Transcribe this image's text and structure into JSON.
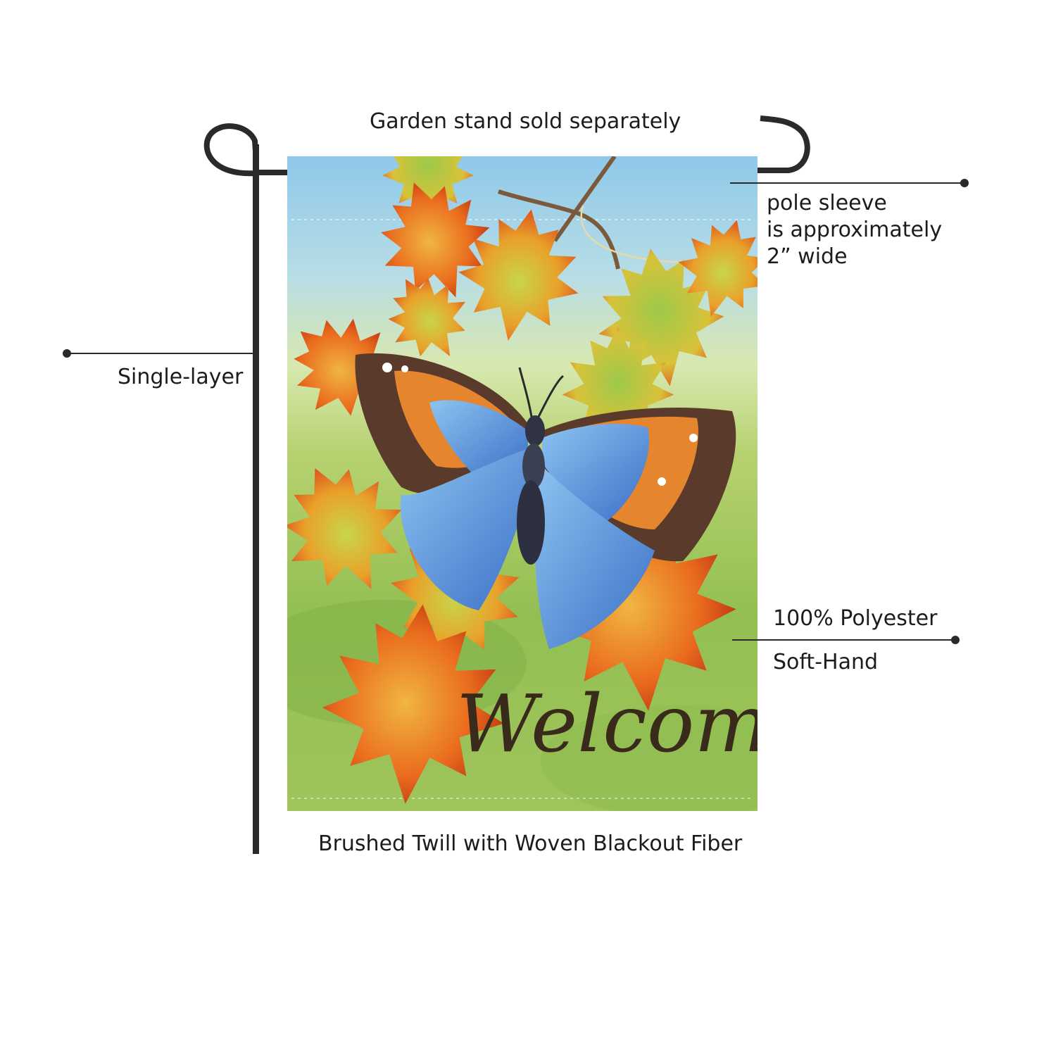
{
  "callouts": {
    "stand": "Garden stand sold separately",
    "sleeve": [
      "pole sleeve",
      "is approximately",
      "2” wide"
    ],
    "layer": "Single-layer",
    "material": "100% Polyester",
    "hand": "Soft-Hand",
    "fabric": "Brushed Twill with Woven Blackout Fiber"
  },
  "flag": {
    "greeting": "Welcome"
  },
  "colors": {
    "sky": "#9fd0ea",
    "grass": "#8dbb4e",
    "leaf_orange": "#e86a1c",
    "leaf_green": "#a8c948",
    "butterfly_blue": "#4f86d6",
    "butterfly_band": "#e5852e",
    "stand": "#2a2a2a",
    "text": "#3a2a1c"
  },
  "icons": [
    "garden-stand-icon",
    "butterfly-icon",
    "maple-leaf-icon"
  ]
}
